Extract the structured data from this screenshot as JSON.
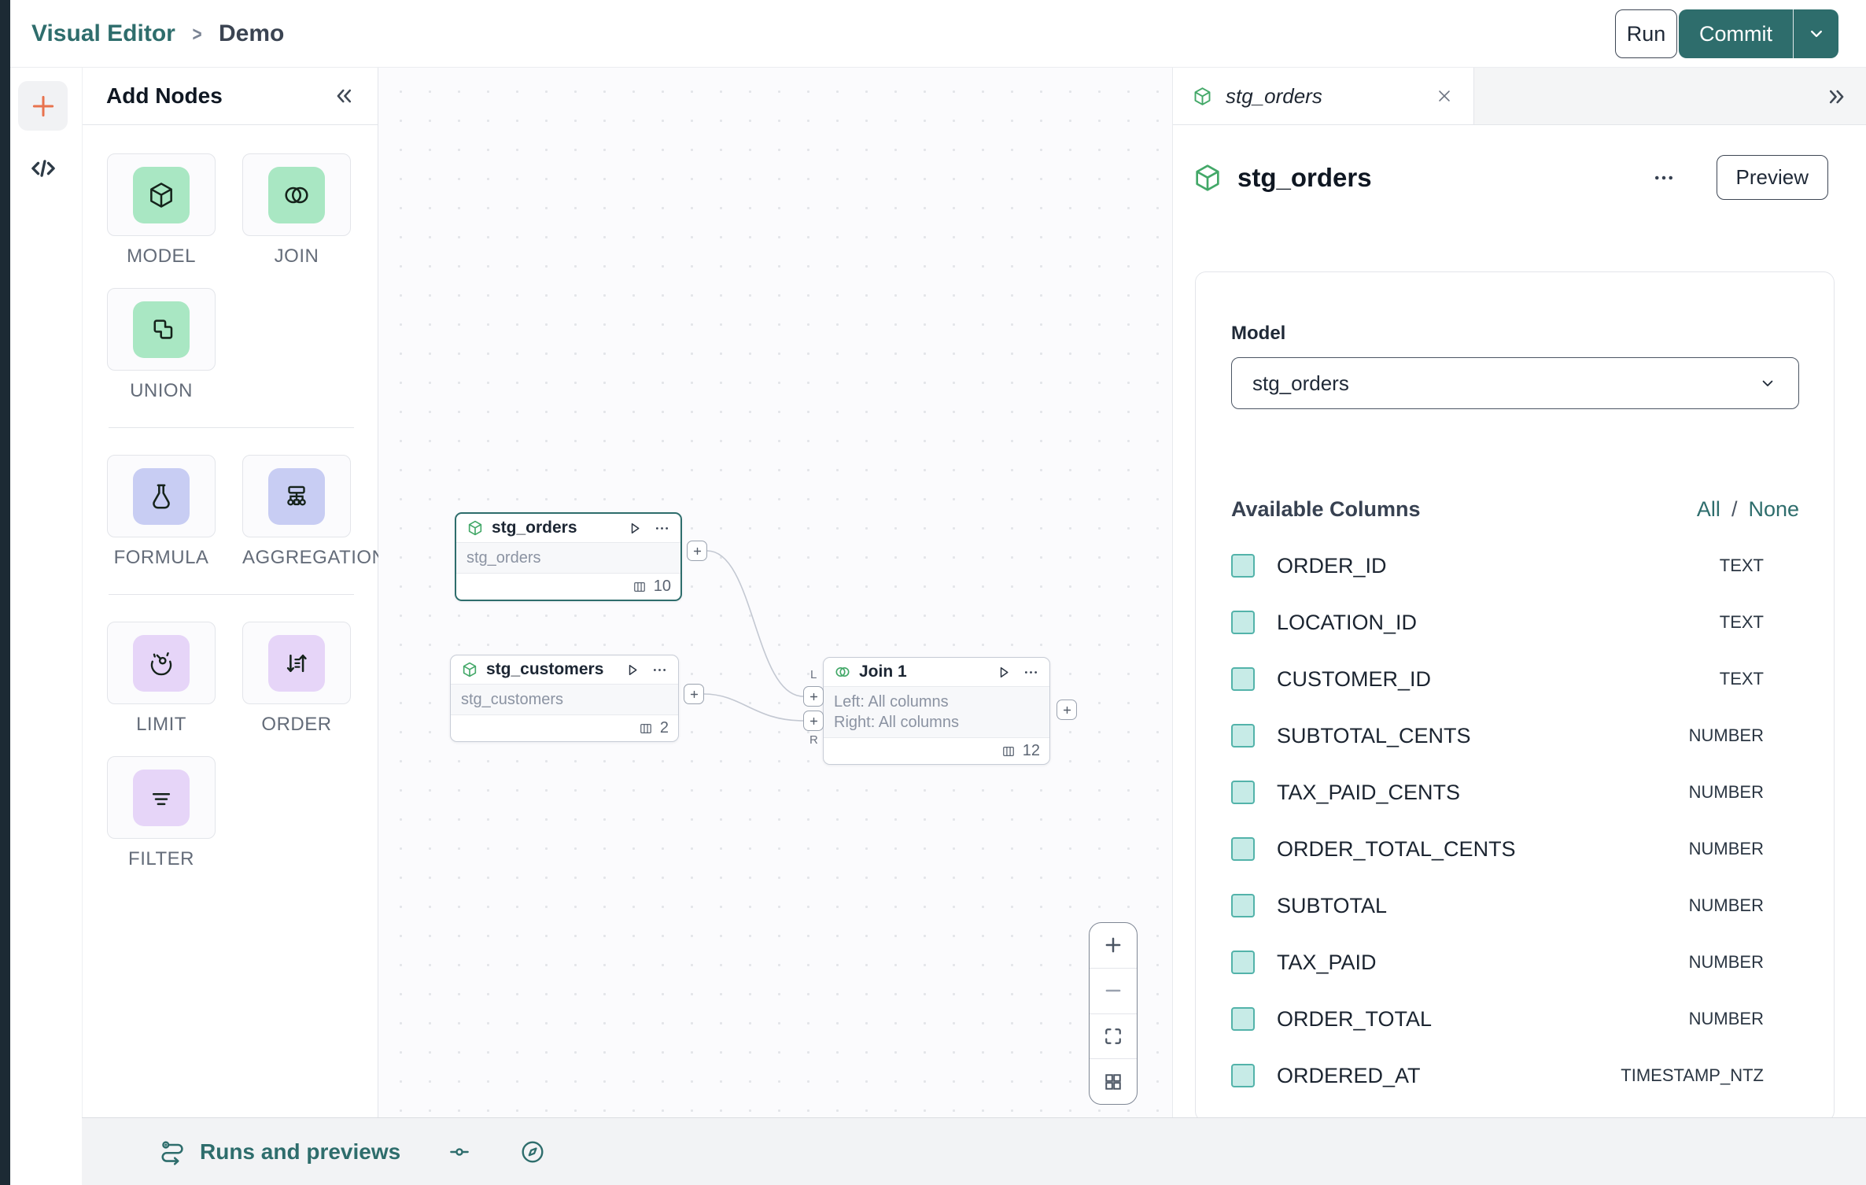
{
  "colors": {
    "brand_teal": "#2e6d6c",
    "mint_tile": "#a9e7c3",
    "periwinkle_tile": "#c8cdf3",
    "lilac_tile": "#e6d5f8",
    "checkbox_fill": "#c7ebe7",
    "checkbox_border": "#53b3aa",
    "orange_plus": "#e8734e",
    "node_icon_green": "#43a868"
  },
  "header": {
    "breadcrumb": {
      "root": "Visual Editor",
      "separator": ">",
      "current": "Demo"
    },
    "run_button": "Run",
    "commit_button": "Commit"
  },
  "add_nodes": {
    "title": "Add Nodes",
    "groups": [
      {
        "items": [
          {
            "label": "MODEL"
          },
          {
            "label": "JOIN"
          },
          {
            "label": "UNION"
          }
        ]
      },
      {
        "items": [
          {
            "label": "FORMULA"
          },
          {
            "label": "AGGREGATION"
          }
        ]
      },
      {
        "items": [
          {
            "label": "LIMIT"
          },
          {
            "label": "ORDER"
          },
          {
            "label": "FILTER"
          }
        ]
      }
    ]
  },
  "canvas": {
    "nodes": {
      "stg_orders": {
        "title": "stg_orders",
        "model": "stg_orders",
        "column_count": "10"
      },
      "stg_customers": {
        "title": "stg_customers",
        "model": "stg_customers",
        "column_count": "2"
      },
      "join1": {
        "title": "Join 1",
        "left": "Left: All columns",
        "right": "Right: All columns",
        "column_count": "12",
        "left_port": "L",
        "right_port": "R"
      }
    }
  },
  "right_panel": {
    "tab": {
      "label": "stg_orders"
    },
    "title": "stg_orders",
    "preview_button": "Preview",
    "model": {
      "label": "Model",
      "value": "stg_orders"
    },
    "available_columns": {
      "title": "Available Columns",
      "all": "All",
      "divider": "/",
      "none": "None",
      "columns": [
        {
          "name": "ORDER_ID",
          "type": "TEXT",
          "checked": true
        },
        {
          "name": "LOCATION_ID",
          "type": "TEXT",
          "checked": true
        },
        {
          "name": "CUSTOMER_ID",
          "type": "TEXT",
          "checked": true
        },
        {
          "name": "SUBTOTAL_CENTS",
          "type": "NUMBER",
          "checked": true
        },
        {
          "name": "TAX_PAID_CENTS",
          "type": "NUMBER",
          "checked": true
        },
        {
          "name": "ORDER_TOTAL_CENTS",
          "type": "NUMBER",
          "checked": true
        },
        {
          "name": "SUBTOTAL",
          "type": "NUMBER",
          "checked": true
        },
        {
          "name": "TAX_PAID",
          "type": "NUMBER",
          "checked": true
        },
        {
          "name": "ORDER_TOTAL",
          "type": "NUMBER",
          "checked": true
        },
        {
          "name": "ORDERED_AT",
          "type": "TIMESTAMP_NTZ",
          "checked": true
        }
      ]
    }
  },
  "bottom_bar": {
    "runs_label": "Runs and previews"
  }
}
